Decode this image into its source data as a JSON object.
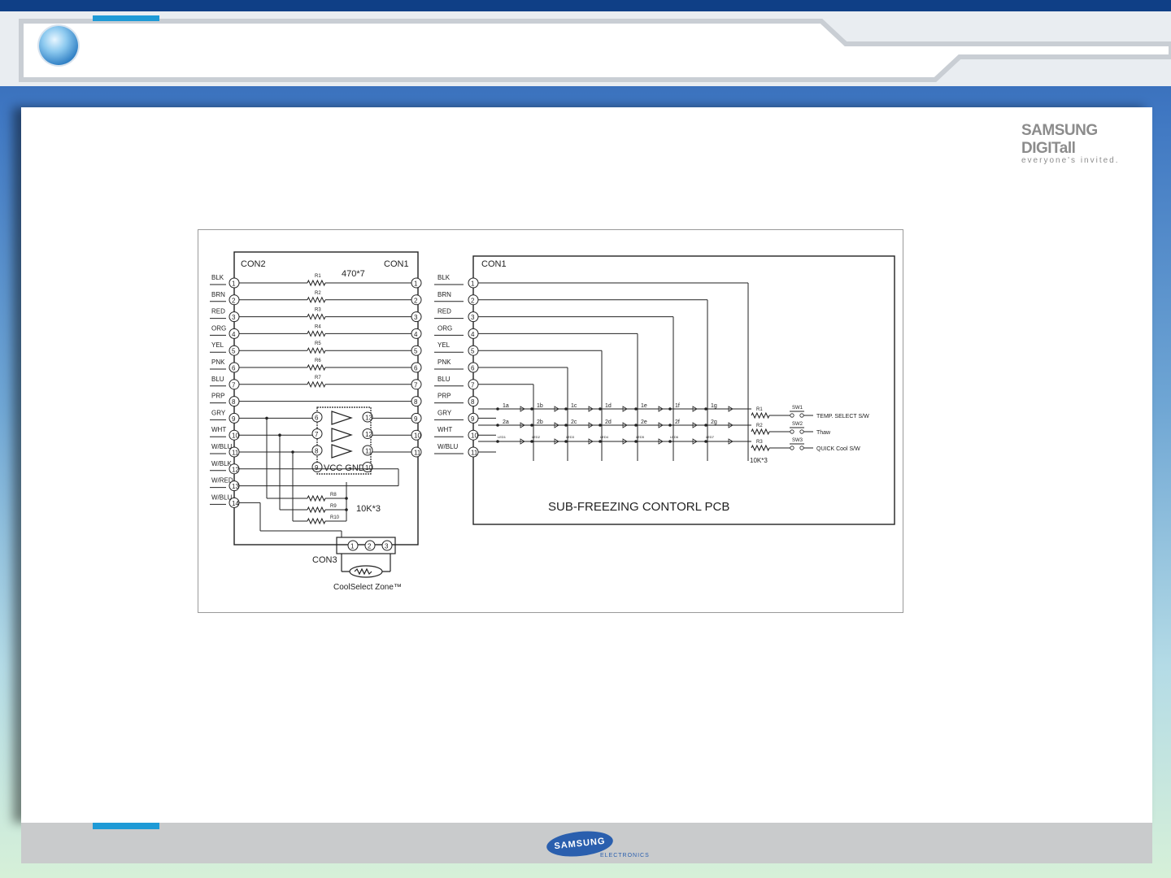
{
  "branding": {
    "top_logo": "SAMSUNG DIGITall",
    "top_tagline": "everyone's invited.",
    "footer_logo": "SAMSUNG",
    "footer_sub": "ELECTRONICS"
  },
  "diagram": {
    "con2_label": "CON2",
    "con1_left_label": "CON1",
    "con1_right_label": "CON1",
    "con3_label": "CON3",
    "resistor_value_top": "470*7",
    "resistor_value_bottom": "10K*3",
    "resistor_value_pcb": "10K*3",
    "coolselect_label": "CoolSelect Zone™",
    "pcb_label": "SUB-FREEZING CONTORL PCB",
    "vcc_gnd_label": "VCC GND",
    "left_wires": [
      "BLK",
      "BRN",
      "RED",
      "ORG",
      "YEL",
      "PNK",
      "BLU",
      "PRP",
      "GRY",
      "WHT",
      "W/BLU",
      "W/BLK",
      "W/RED",
      "W/BLU"
    ],
    "mid_wires": [
      "BLK",
      "BRN",
      "RED",
      "ORG",
      "YEL",
      "PNK",
      "BLU",
      "PRP",
      "GRY",
      "WHT",
      "W/BLU"
    ],
    "top_resistors": [
      "R1",
      "R2",
      "R3",
      "R4",
      "R5",
      "R6",
      "R7"
    ],
    "bottom_resistors": [
      "R8",
      "R9",
      "R10"
    ],
    "ic_pins_left": [
      "6",
      "7",
      "8",
      "9"
    ],
    "ic_pins_right": [
      "13",
      "12",
      "11",
      "10"
    ],
    "con3_pins": [
      "1",
      "2",
      "3"
    ],
    "led_row1": [
      "1a",
      "1b",
      "1c",
      "1d",
      "1e",
      "1f",
      "1g"
    ],
    "led_row2": [
      "2a",
      "2b",
      "2c",
      "2d",
      "2e",
      "2f",
      "2g"
    ],
    "led_row3": [
      "LED1",
      "LED2",
      "LED3",
      "LED4",
      "LED5",
      "LED6",
      "LED7"
    ],
    "pcb_resistors": [
      "R1",
      "R2",
      "R3"
    ],
    "switches": [
      {
        "id": "SW1",
        "label": "TEMP. SELECT S/W"
      },
      {
        "id": "SW2",
        "label": "Thaw"
      },
      {
        "id": "SW3",
        "label": "QUICK Cool S/W"
      }
    ]
  }
}
